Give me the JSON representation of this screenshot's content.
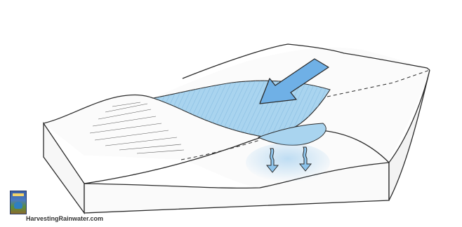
{
  "diagram": {
    "water_color": "#a9d4ef",
    "water_shade_color": "#7fb6dd",
    "arrow_color": "#6fb0e6",
    "infiltration_color": "#8dc4ec",
    "outline_color": "#2b2b2b",
    "components": [
      "raised-berm",
      "ponded-water",
      "runoff-flow-arrow",
      "infiltration-arrows",
      "sloped-ground-block"
    ]
  },
  "watermark": {
    "text": "HarvestingRainwater.com",
    "icon": "book-cover-icon"
  }
}
